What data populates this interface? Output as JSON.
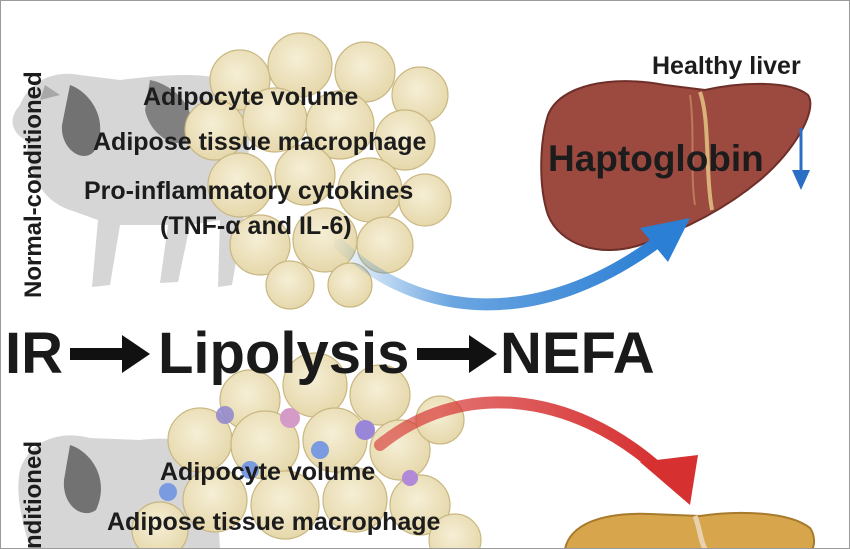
{
  "figure": {
    "normal_group_label": "Normal-conditioned",
    "second_group_label_visible": "nditioned",
    "healthy_liver_label": "Healthy liver",
    "haptoglobin_label": "Haptoglobin",
    "top_items": [
      "Adipocyte volume",
      "Adipose tissue macrophage",
      "Pro-inflammatory cytokines",
      "(TNF-α and IL-6)"
    ],
    "pathway": [
      "IR",
      "Lipolysis",
      "NEFA"
    ],
    "bottom_items": [
      "Adipocyte volume",
      "Adipose tissue macrophage"
    ],
    "haptoglobin_direction": "down",
    "colors": {
      "arrow_blue": "#2b7fd4",
      "arrow_red": "#d63030",
      "liver_healthy": "#9c4a40",
      "liver_fatty": "#d7a64c",
      "adipocyte": "#f1e7c4"
    }
  }
}
